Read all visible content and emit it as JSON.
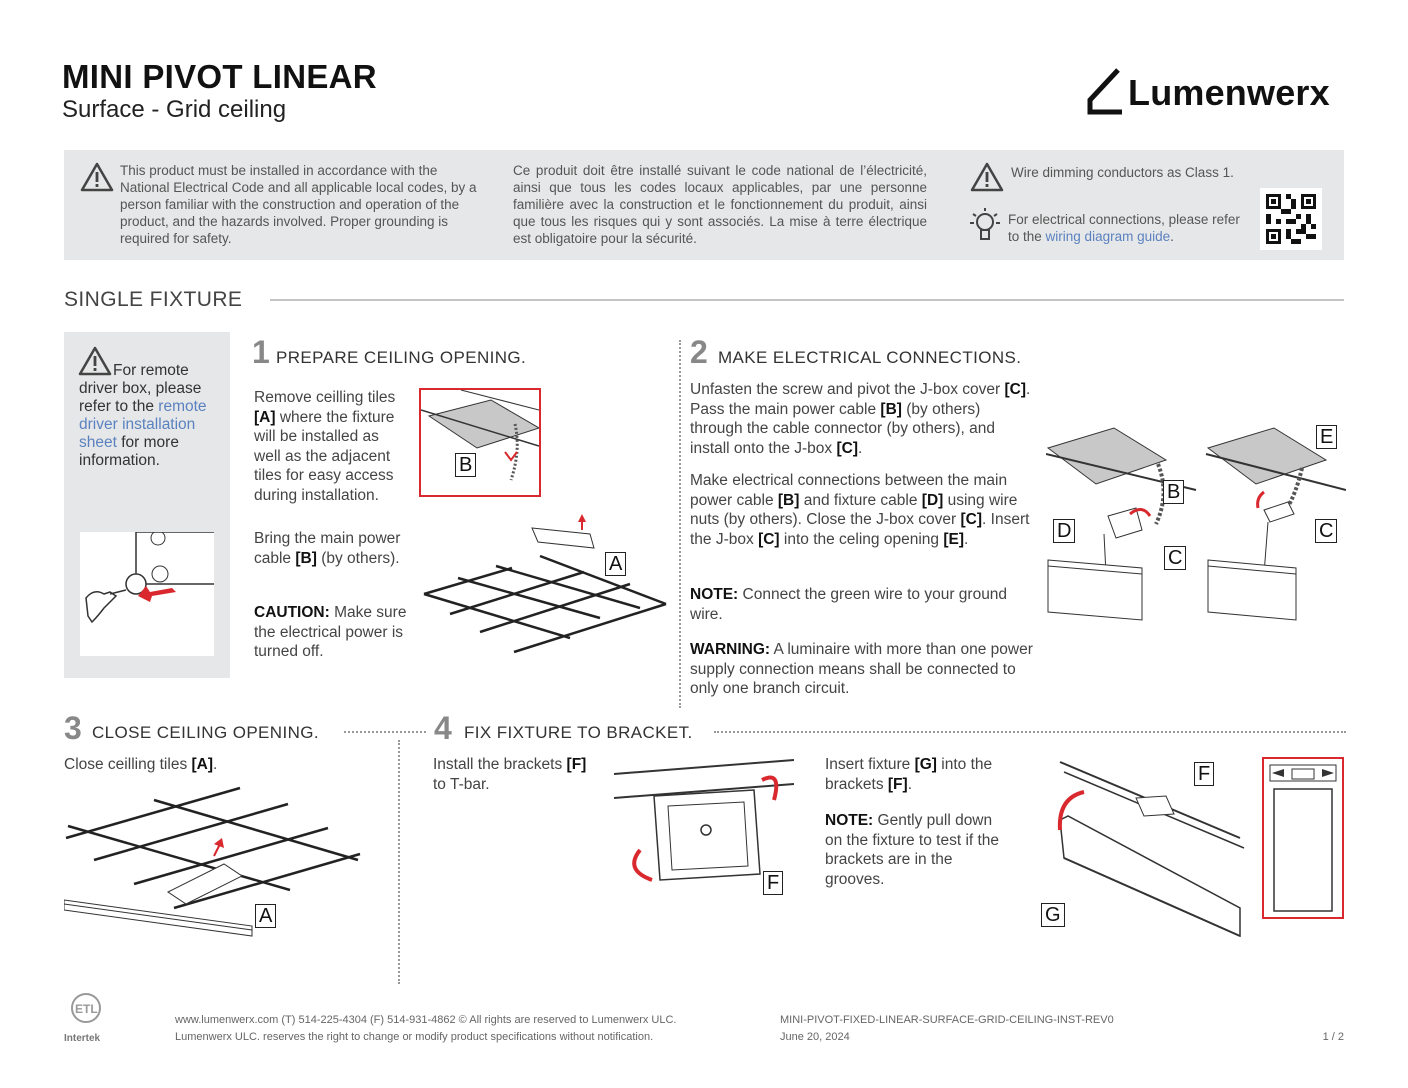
{
  "header": {
    "title": "MINI PIVOT LINEAR",
    "subtitle": "Surface - Grid ceiling",
    "brand": "Lumenwerx"
  },
  "notice": {
    "en": "This product must be installed in accordance with the National Electrical Code and all applicable local codes, by a person familiar with the construction and operation of the product, and the hazards involved. Proper grounding is required for safety.",
    "fr": "Ce produit doit être installé suivant le code national de l’électricité, ainsi que tous les codes locaux applicables, par une personne familière avec la construction et le fonctionnement du produit, ainsi que tous les risques qui y sont associés. La mise à terre électrique est obligatoire pour la sécurité.",
    "dimming": "Wire dimming conductors as Class 1.",
    "tip_pre": "For electrical connections, please refer to the",
    "tip_link": "wiring diagram guide",
    "tip_post": "."
  },
  "section": {
    "title": "SINGLE FIXTURE"
  },
  "sidebar": {
    "pre": "For remote driver box, please refer to the",
    "link": "remote driver installation sheet",
    "post": "for more information."
  },
  "step1": {
    "num": "1",
    "title": "PREPARE CEILING OPENING.",
    "p1": "Remove ceilling tiles [A] where the fixture will be installed as well as the adjacent tiles for easy access during installation.",
    "p2": "Bring the main power cable [B] (by others).",
    "caution_label": "CAUTION:",
    "caution": "Make sure the electrical power is turned off."
  },
  "step2": {
    "num": "2",
    "title": "MAKE ELECTRICAL CONNECTIONS.",
    "p1": "Unfasten the screw and pivot the J-box cover [C]. Pass the main power cable [B] (by others) through the cable connector (by others), and install onto the J-box [C].",
    "p2": "Make electrical connections between the main power cable [B] and fixture cable [D] using wire nuts (by others). Close the J-box cover [C]. Insert the J-box [C] into the celing opening [E].",
    "note_label": "NOTE:",
    "note": "Connect the green wire to your ground wire.",
    "warning_label": "WARNING:",
    "warning": "A luminaire with more than one power supply connection means shall be connected to only one branch circuit."
  },
  "step3": {
    "num": "3",
    "title": "CLOSE CEILING OPENING.",
    "p1": "Close ceilling tiles [A]."
  },
  "step4": {
    "num": "4",
    "title": "FIX FIXTURE TO BRACKET.",
    "p1": "Install the brackets [F] to T-bar.",
    "p2": "Insert fixture [G] into the brackets [F].",
    "note_label": "NOTE:",
    "note": "Gently pull down on the fixture to test if the brackets are in the grooves."
  },
  "labels": {
    "A": "A",
    "B": "B",
    "C": "C",
    "D": "D",
    "E": "E",
    "F": "F",
    "G": "G"
  },
  "footer": {
    "line1": "www.lumenwerx.com  (T) 514-225-4304  (F) 514-931-4862 © All rights are reserved to Lumenwerx ULC.",
    "line2": "Lumenwerx ULC. reserves the right to change or modify product specifications without notification.",
    "doc_id": "MINI-PIVOT-FIXED-LINEAR-SURFACE-GRID-CEILING-INST-REV0",
    "date": "June 20, 2024",
    "page": "1 / 2",
    "cert": "Intertek"
  },
  "colors": {
    "accent_red": "#d9292e",
    "link_blue": "#5b82c0",
    "panel_gray": "#e6e7e8"
  }
}
